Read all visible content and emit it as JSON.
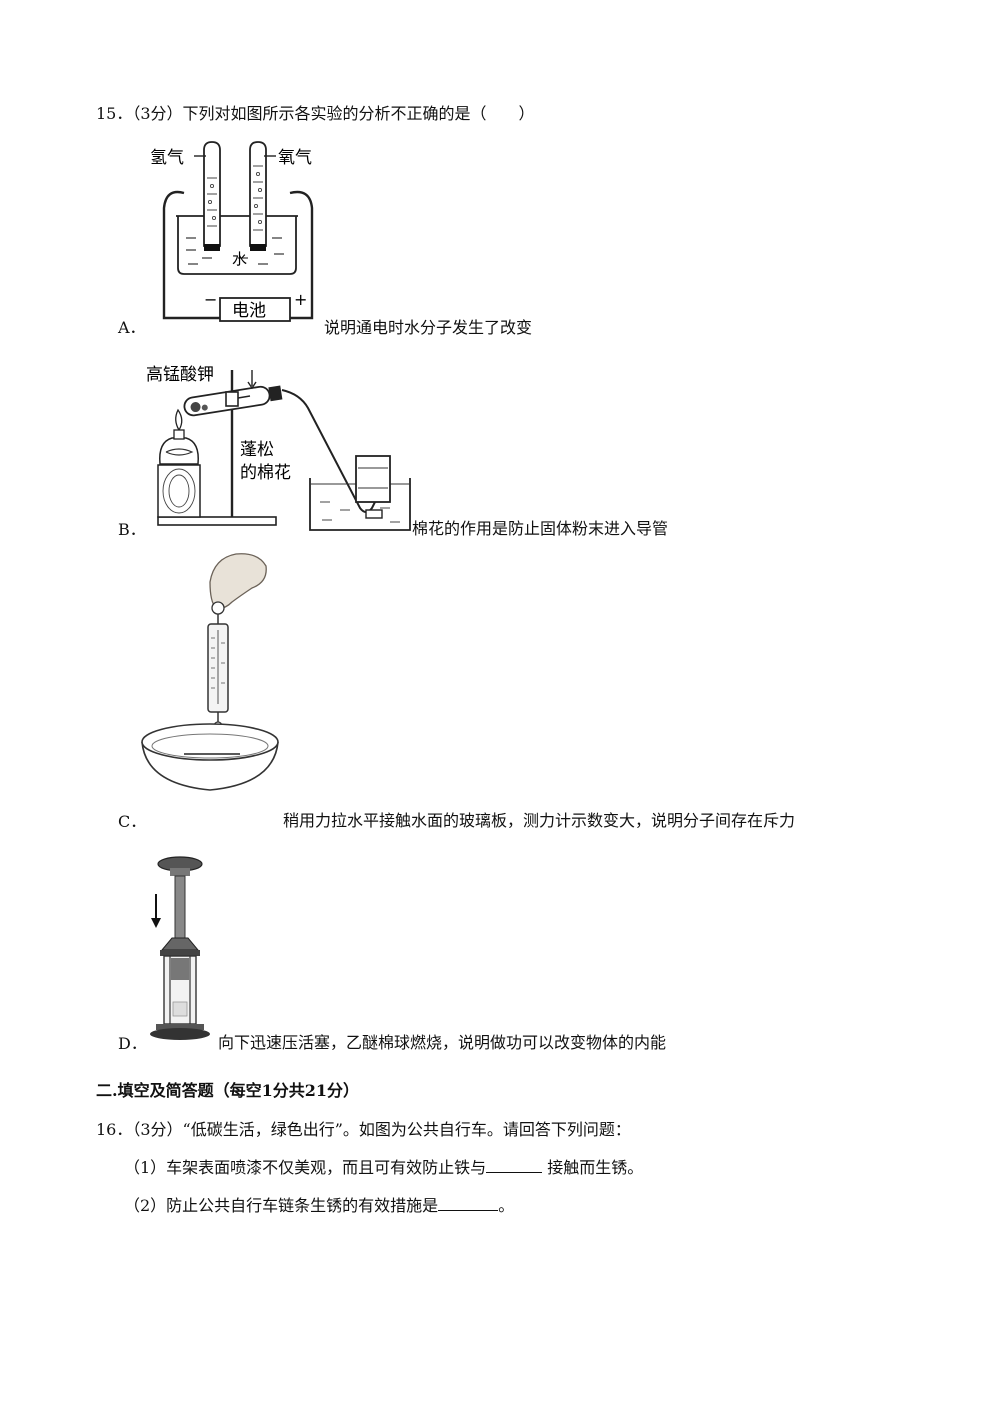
{
  "q15": {
    "stem": "15．（3分）下列对如图所示各实验的分析不正确的是（　　）",
    "a": {
      "letter": "A．",
      "text": "说明通电时水分子发生了改变",
      "fig": {
        "hydrogen": "氢气",
        "oxygen": "氧气",
        "water": "水",
        "battery": "电池",
        "minus": "−",
        "plus": "+"
      }
    },
    "b": {
      "letter": "B．",
      "text": "棉花的作用是防止固体粉末进入导管",
      "fig": {
        "kmno4": "高锰酸钾",
        "cotton_1": "蓬松",
        "cotton_2": "的棉花"
      }
    },
    "c": {
      "letter": "C．",
      "text": "稍用力拉水平接触水面的玻璃板，测力计示数变大，说明分子间存在斥力"
    },
    "d": {
      "letter": "D．",
      "text": "向下迅速压活塞，乙醚棉球燃烧，说明做功可以改变物体的内能"
    }
  },
  "section2": {
    "heading": "二.填空及简答题（每空1分共21分）"
  },
  "q16": {
    "stem": "16．（3分）“低碳生活，绿色出行”。如图为公共自行车。请回答下列问题：",
    "p1_before": "（1）车架表面喷漆不仅美观，而且可有效防止铁与",
    "p1_after": " 接触而生锈。",
    "p2_before": "（2）防止公共自行车链条生锈的有效措施是",
    "p2_after": "。"
  }
}
